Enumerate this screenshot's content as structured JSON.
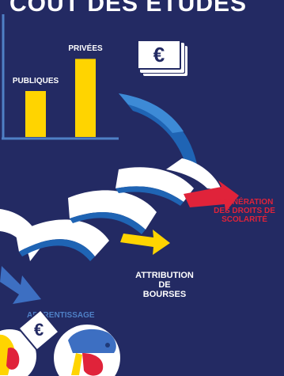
{
  "title": "COÛT DES ÉTUDES",
  "chart": {
    "bars": [
      {
        "label": "PUBLIQUES",
        "value": 1,
        "color": "#ffd400"
      },
      {
        "label": "PRIVÉES",
        "value": 1.7,
        "color": "#ffd400"
      }
    ]
  },
  "euro_symbol": "€",
  "arrows": {
    "red_label_line1": "EXONÉRATION",
    "red_label_line2": "DES DROITS DE",
    "red_label_line3": "SCOLARITÉ",
    "yellow_label_line1": "ATTRIBUTION",
    "yellow_label_line2": "DE",
    "yellow_label_line3": "BOURSES",
    "blue_label": "APPRENTISSAGE"
  },
  "colors": {
    "background": "#232a63",
    "yellow": "#ffd400",
    "red": "#e0233a",
    "blue": "#3d6fc2",
    "white": "#ffffff"
  }
}
